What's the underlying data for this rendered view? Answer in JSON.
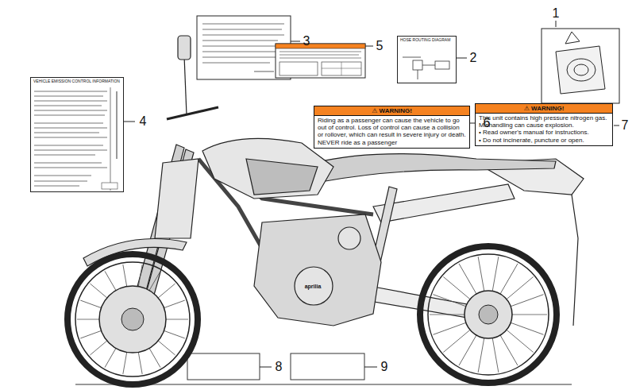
{
  "diagram": {
    "nodes": [
      {
        "text": [
          "HOSE ROUTING DIAGRAM"
        ]
      },
      {
        "text": [
          "VEHICLE EMISSION CONTROL INFORMATION"
        ]
      },
      {
        "text": [
          "⚠ WARNING!",
          "Riding as a passenger can cause the vehicle to go out of control. Loss of control can cause a collision or rollover, which can result in severe injury or death. NEVER ride as a passenger"
        ]
      },
      {
        "text": [
          "⚠ WARNING!",
          "This unit contains high pressure nitrogen gas. Mishandling can cause explosion.",
          "• Read owner's manual for instructions.",
          "• Do not incinerate, puncture or open."
        ]
      }
    ],
    "labels": [
      "1",
      "2",
      "3",
      "4",
      "5",
      "6",
      "7",
      "8",
      "9",
      "aprilia"
    ]
  }
}
